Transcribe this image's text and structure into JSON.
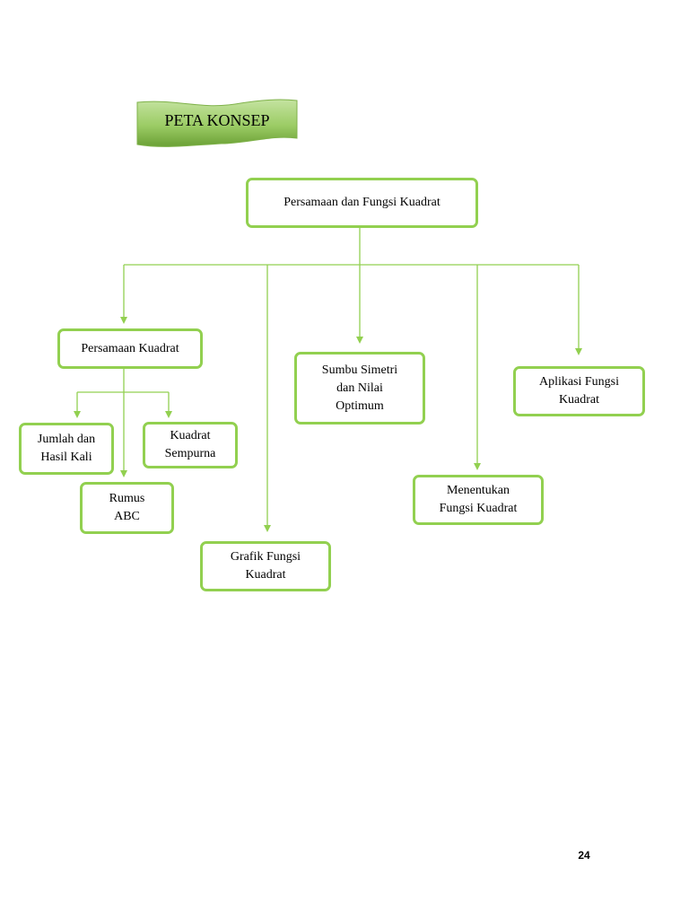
{
  "title": "PETA KONSEP",
  "colors": {
    "accent": "#92d050",
    "banner_light": "#c4e3a0",
    "banner_dark": "#6aa035"
  },
  "nodes": {
    "root": "Persamaan dan Fungsi Kuadrat",
    "persamaan_kuadrat": "Persamaan Kuadrat",
    "jumlah_hasil_kali": "Jumlah dan\nHasil Kali",
    "kuadrat_sempurna": "Kuadrat\nSempurna",
    "rumus_abc": "Rumus\nABC",
    "grafik_fungsi": "Grafik Fungsi\nKuadrat",
    "sumbu_simetri": "Sumbu Simetri\ndan Nilai\nOptimum",
    "menentukan_fungsi": "Menentukan\nFungsi Kuadrat",
    "aplikasi_fungsi": "Aplikasi Fungsi\nKuadrat"
  },
  "page_number": "24"
}
